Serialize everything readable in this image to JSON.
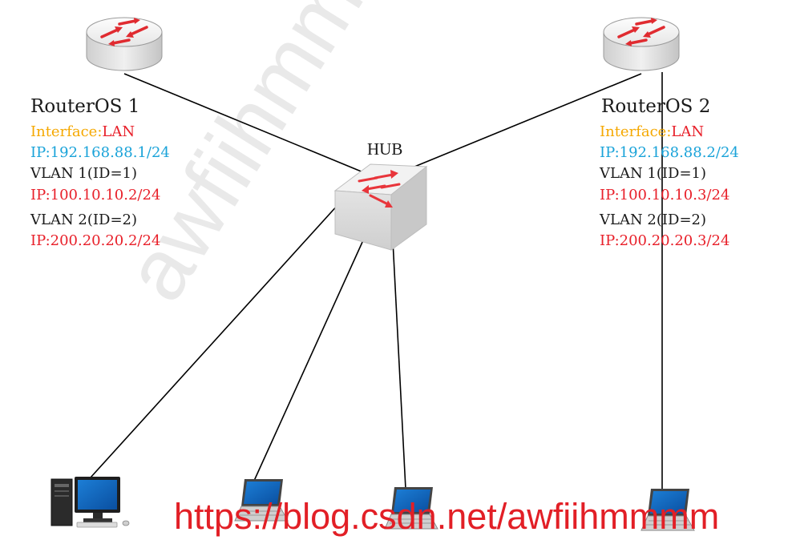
{
  "routers": [
    {
      "name": "RouterOS 1",
      "interface_key": "Interface:",
      "interface_value": "LAN",
      "lan_ip": "IP:192.168.88.1/24",
      "vlans": [
        {
          "label": "VLAN 1(ID=1)",
          "ip": "IP:100.10.10.2/24"
        },
        {
          "label": "VLAN 2(ID=2)",
          "ip": "IP:200.20.20.2/24"
        }
      ]
    },
    {
      "name": "RouterOS 2",
      "interface_key": "Interface:",
      "interface_value": "LAN",
      "lan_ip": "IP:192.168.88.2/24",
      "vlans": [
        {
          "label": "VLAN 1(ID=1)",
          "ip": "IP:100.10.10.3/24"
        },
        {
          "label": "VLAN 2(ID=2)",
          "ip": "IP:200.20.20.3/24"
        }
      ]
    }
  ],
  "hub": {
    "label": "HUB"
  },
  "devices": [
    {
      "type": "desktop-pc",
      "icon": "desktop-computer-icon"
    },
    {
      "type": "laptop",
      "icon": "laptop-icon"
    },
    {
      "type": "laptop",
      "icon": "laptop-icon"
    },
    {
      "type": "laptop",
      "icon": "laptop-icon"
    }
  ],
  "watermark": {
    "diagonal": "awfiihmmmm",
    "url": "https://blog.csdn.net/awfiihmmmm"
  },
  "colors": {
    "interface_key": "#f5a800",
    "red_text": "#e8202a",
    "lan_ip": "#1aa3d9",
    "link": "#000000"
  }
}
